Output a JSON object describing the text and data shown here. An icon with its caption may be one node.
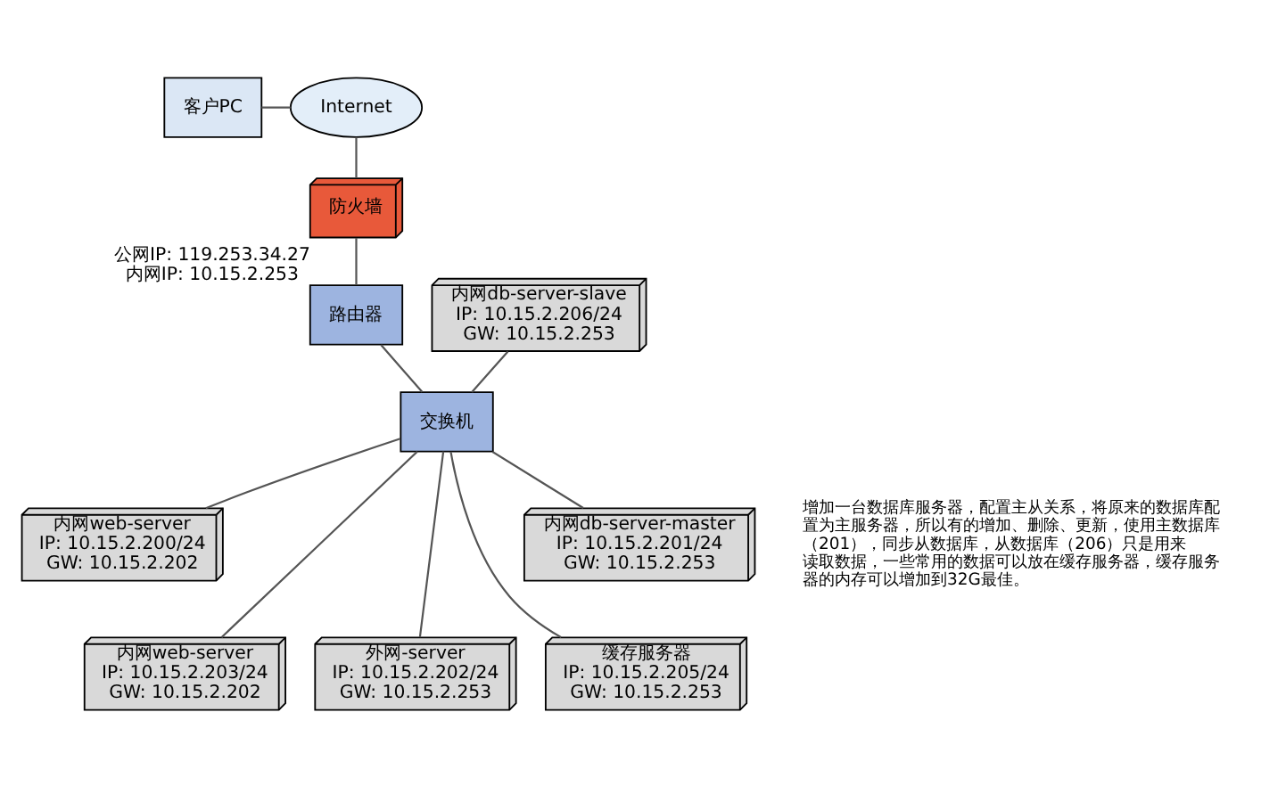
{
  "diagram": {
    "nodes": [
      {
        "text": [
          "Internet"
        ]
      },
      {
        "text": [
          "客户PC"
        ]
      },
      {
        "text": [
          "防火墙"
        ]
      },
      {
        "text": [
          "路由器"
        ],
        "beside": [
          "公网IP: 119.253.34.27",
          "内网IP: 10.15.2.253"
        ]
      },
      {
        "text": [
          "交换机"
        ]
      },
      {
        "text": [
          "内网db-server-slave",
          "IP: 10.15.2.206/24",
          "GW: 10.15.2.253"
        ]
      },
      {
        "text": [
          "内网web-server",
          "IP: 10.15.2.200/24",
          "GW: 10.15.2.202"
        ]
      },
      {
        "text": [
          "内网web-server",
          "IP: 10.15.2.203/24",
          "GW: 10.15.2.202"
        ]
      },
      {
        "text": [
          "外网-server",
          "IP: 10.15.2.202/24",
          "GW: 10.15.2.253"
        ]
      },
      {
        "text": [
          "缓存服务器",
          "IP: 10.15.2.205/24",
          "GW: 10.15.2.253"
        ]
      },
      {
        "text": [
          "内网db-server-master",
          "IP: 10.15.2.201/24",
          "GW: 10.15.2.253"
        ]
      }
    ],
    "edges": [
      {
        "from": 1,
        "to": 0,
        "arrow": "none"
      },
      {
        "from": 0,
        "to": 2,
        "arrow": "none"
      },
      {
        "from": 2,
        "to": 3,
        "arrow": "none"
      },
      {
        "from": 3,
        "to": 4,
        "arrow": "none"
      },
      {
        "from": 4,
        "to": 5,
        "arrow": "none"
      },
      {
        "from": 4,
        "to": 6,
        "arrow": "none"
      },
      {
        "from": 4,
        "to": 7,
        "arrow": "none"
      },
      {
        "from": 4,
        "to": 8,
        "arrow": "none"
      },
      {
        "from": 4,
        "to": 9,
        "arrow": "none"
      },
      {
        "from": 4,
        "to": 10,
        "arrow": "none"
      }
    ],
    "labels": [
      "增加一台数据库服务器，配置主从关系，将原来的数据库配置为主服务器，所以有的增加、删除、更新，使用主数据库（201），同步从数据库，从数据库（206）只是用来读取数据，一些常用的数据可以放在缓存服务器，缓存服务器的内存可以增加到32G最佳。"
    ]
  }
}
